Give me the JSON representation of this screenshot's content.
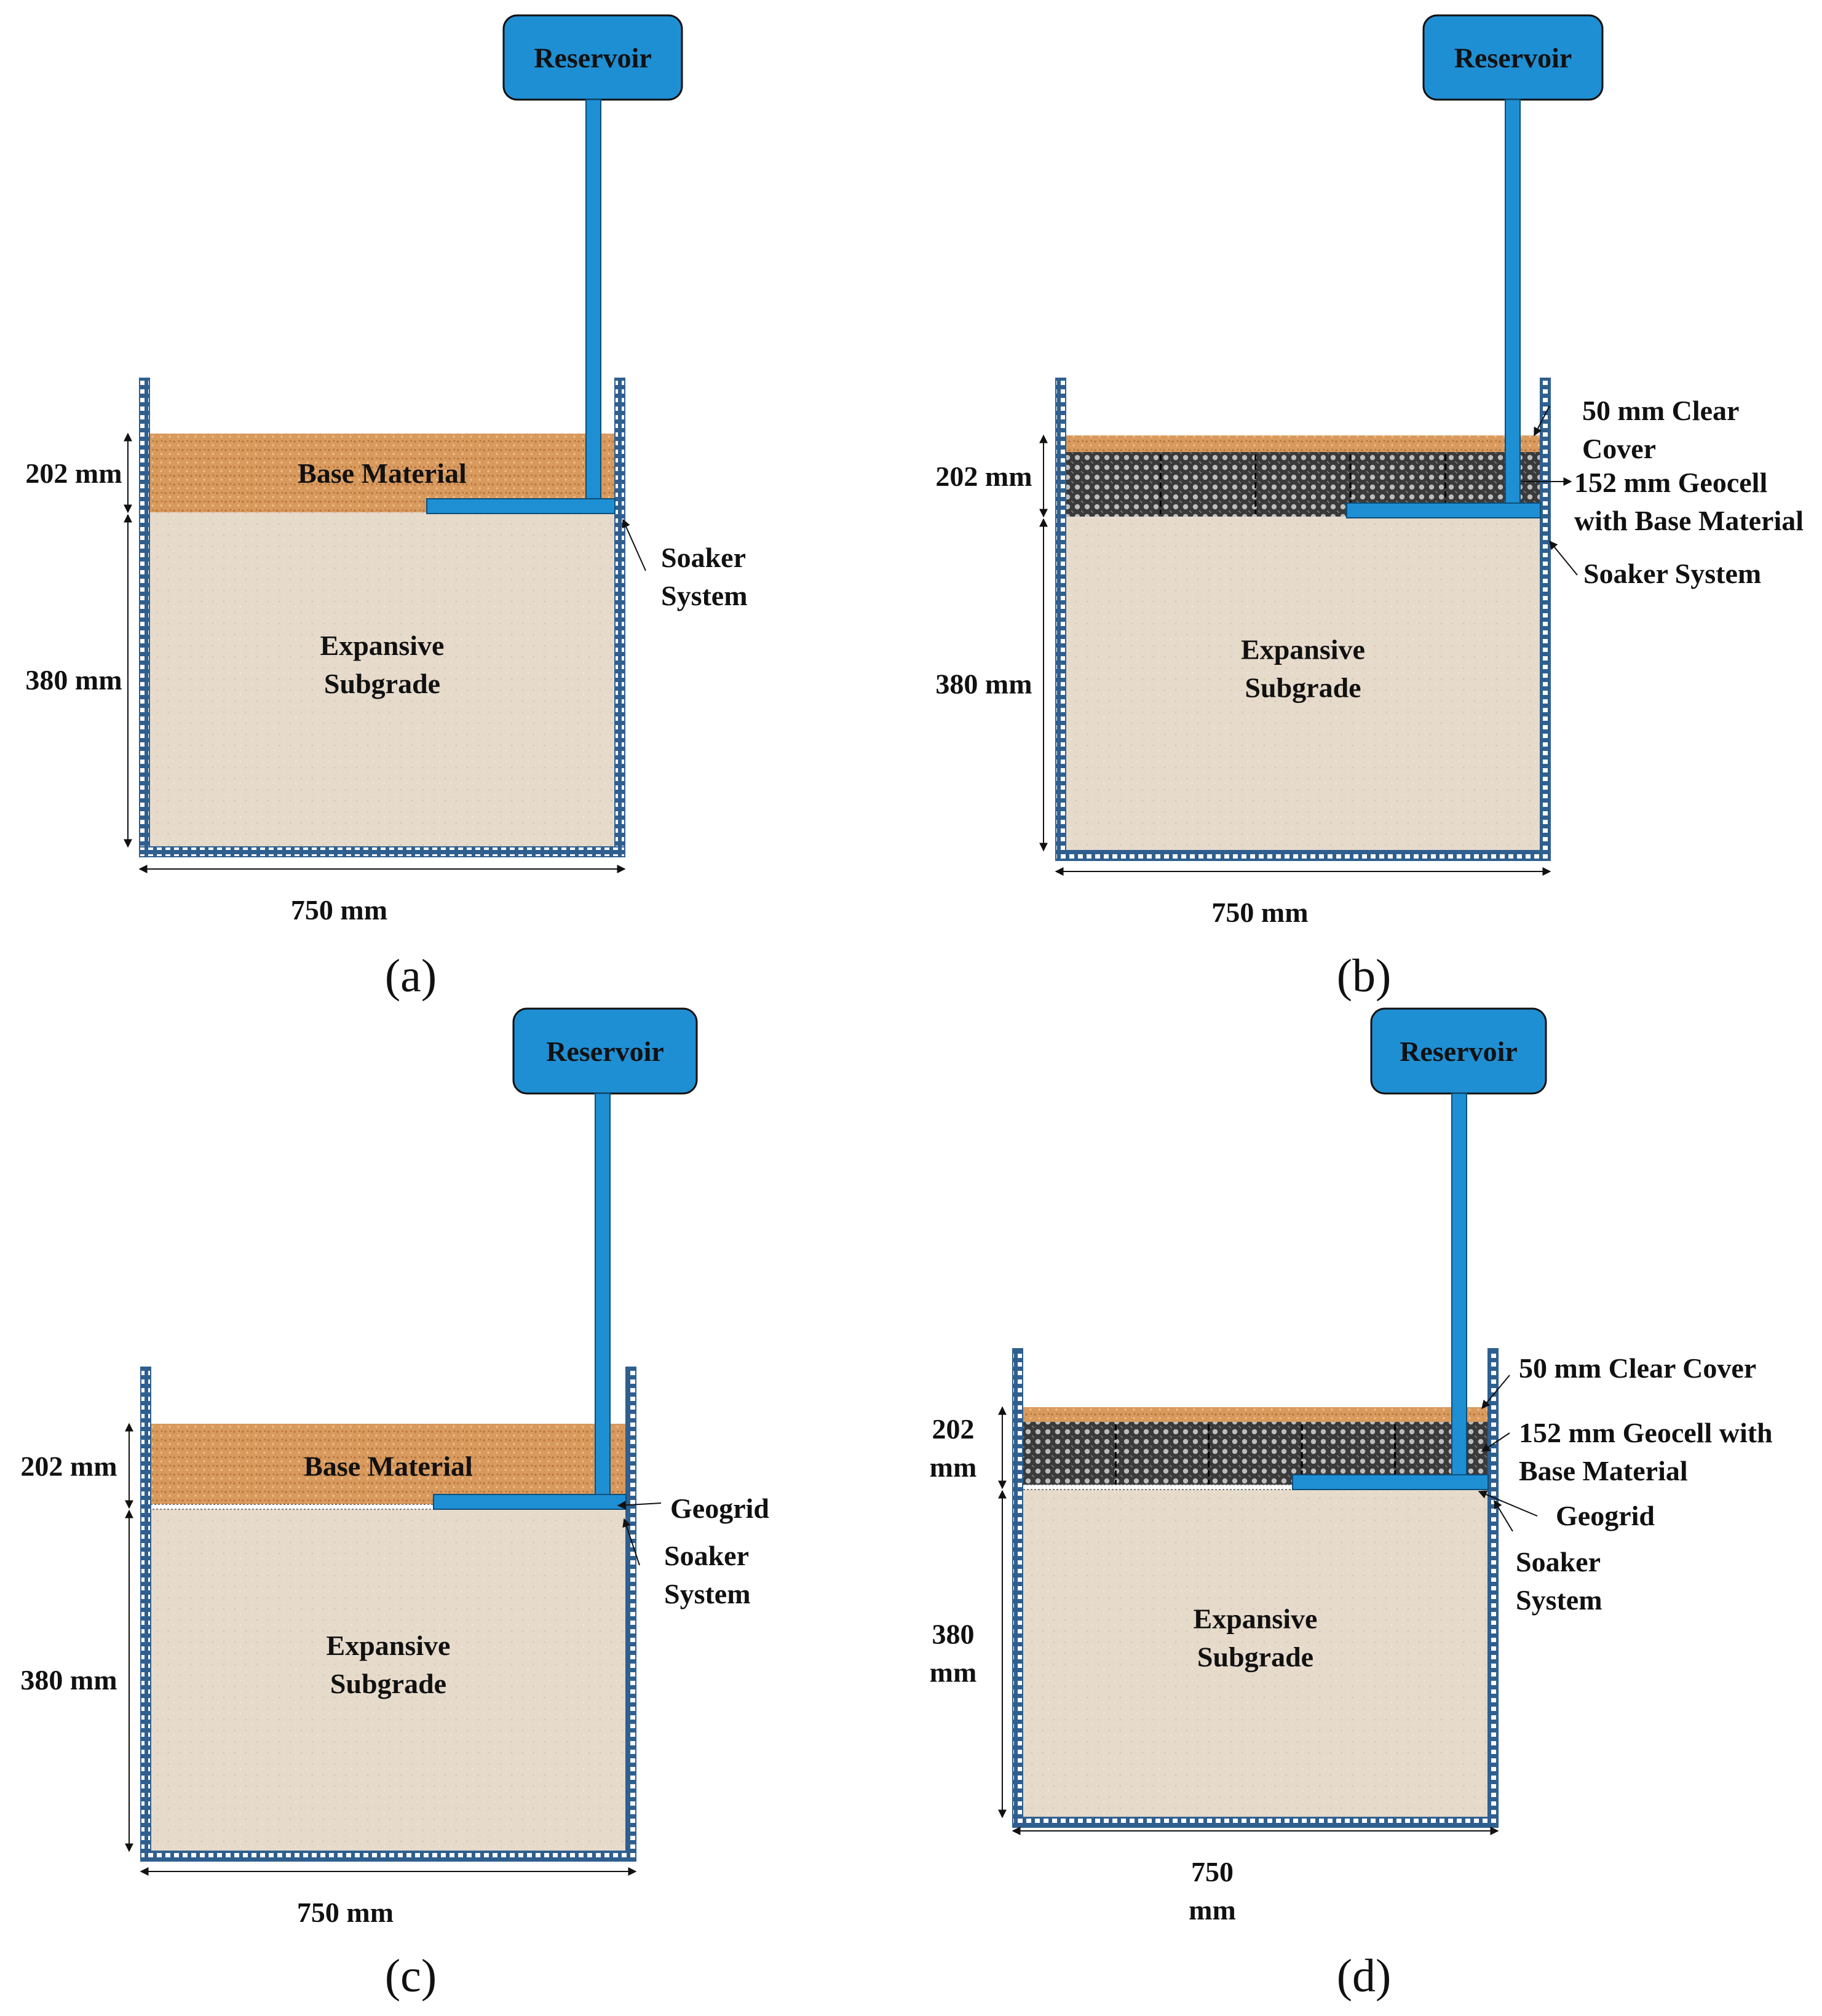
{
  "colors": {
    "reservoir": "#1f8fd4",
    "reservoir_stroke": "#111111",
    "pipe": "#1f8fd4",
    "base_material": "#d99a5e",
    "subgrade": "#e6dacb",
    "geocell": "#3a3a3a",
    "wall": "#2f5f8f"
  },
  "panels": [
    {
      "id": "a",
      "caption": "(a)",
      "reservoir": "Reservoir",
      "base_label": "Base Material",
      "subgrade_label": [
        "Expansive",
        "Subgrade"
      ],
      "dim_top": [
        "202 mm"
      ],
      "dim_bottom": [
        "380 mm"
      ],
      "dim_width": [
        "750 mm"
      ],
      "callouts": [
        {
          "name": "soaker",
          "lines": [
            "Soaker",
            "System"
          ]
        }
      ]
    },
    {
      "id": "b",
      "caption": "(b)",
      "reservoir": "Reservoir",
      "subgrade_label": [
        "Expansive",
        "Subgrade"
      ],
      "dim_top": [
        "202 mm"
      ],
      "dim_bottom": [
        "380 mm"
      ],
      "dim_width": [
        "750 mm"
      ],
      "callouts": [
        {
          "name": "clear-cover",
          "lines": [
            "50 mm Clear",
            "Cover"
          ]
        },
        {
          "name": "geocell",
          "lines": [
            "152 mm Geocell",
            "with Base Material"
          ]
        },
        {
          "name": "soaker",
          "lines": [
            "Soaker System"
          ]
        }
      ]
    },
    {
      "id": "c",
      "caption": "(c)",
      "reservoir": "Reservoir",
      "base_label": "Base Material",
      "subgrade_label": [
        "Expansive",
        "Subgrade"
      ],
      "dim_top": [
        "202 mm"
      ],
      "dim_bottom": [
        "380 mm"
      ],
      "dim_width": [
        "750 mm"
      ],
      "callouts": [
        {
          "name": "geogrid",
          "lines": [
            "Geogrid"
          ]
        },
        {
          "name": "soaker",
          "lines": [
            "Soaker",
            "System"
          ]
        }
      ]
    },
    {
      "id": "d",
      "caption": "(d)",
      "reservoir": "Reservoir",
      "subgrade_label": [
        "Expansive",
        "Subgrade"
      ],
      "dim_top": [
        "202",
        "mm"
      ],
      "dim_bottom": [
        "380",
        "mm"
      ],
      "dim_width": [
        "750",
        "mm"
      ],
      "callouts": [
        {
          "name": "clear-cover",
          "lines": [
            "50 mm Clear Cover"
          ]
        },
        {
          "name": "geocell",
          "lines": [
            "152 mm Geocell with",
            "Base Material"
          ]
        },
        {
          "name": "geogrid",
          "lines": [
            "Geogrid"
          ]
        },
        {
          "name": "soaker",
          "lines": [
            "Soaker",
            "System"
          ]
        }
      ]
    }
  ]
}
